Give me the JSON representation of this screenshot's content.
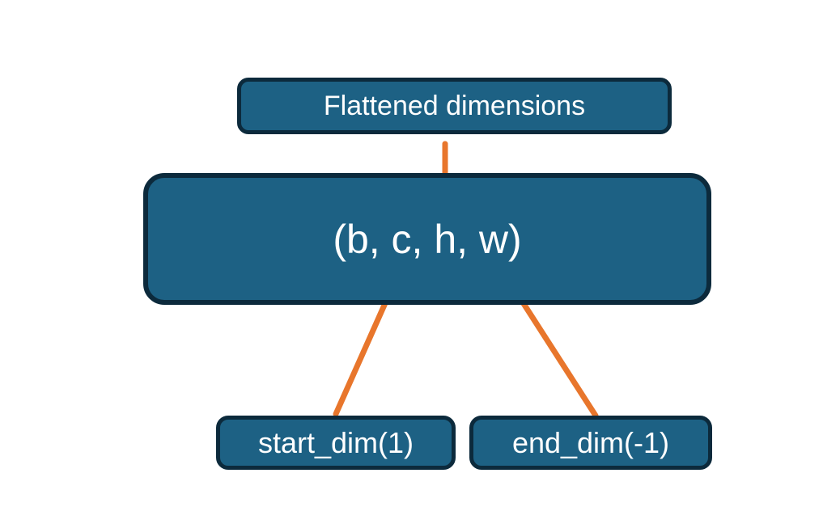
{
  "diagram": {
    "title_node": {
      "label": "Flattened dimensions",
      "name": "flattened-dimensions-box"
    },
    "shape_node": {
      "label": "(b, c, h, w)",
      "name": "tensor-shape-box",
      "dims": [
        "b",
        "c",
        "h",
        "w"
      ]
    },
    "start_node": {
      "label": "start_dim(1)",
      "name": "start-dim-box",
      "argument": "1"
    },
    "end_node": {
      "label": "end_dim(-1)",
      "name": "end-dim-box",
      "argument": "-1"
    },
    "connectors": {
      "brace": {
        "name": "flatten-range-brace",
        "spans_dims": [
          "c",
          "h",
          "w"
        ]
      },
      "start_arrow": {
        "name": "start-dim-arrow",
        "points_to": "c"
      },
      "end_arrow": {
        "name": "end-dim-arrow",
        "points_to": "w"
      }
    },
    "colors": {
      "box_fill": "#1d6184",
      "box_border": "#0c2a3c",
      "text": "#ffffff",
      "accent": "#e8762c",
      "background": "#ffffff"
    }
  }
}
